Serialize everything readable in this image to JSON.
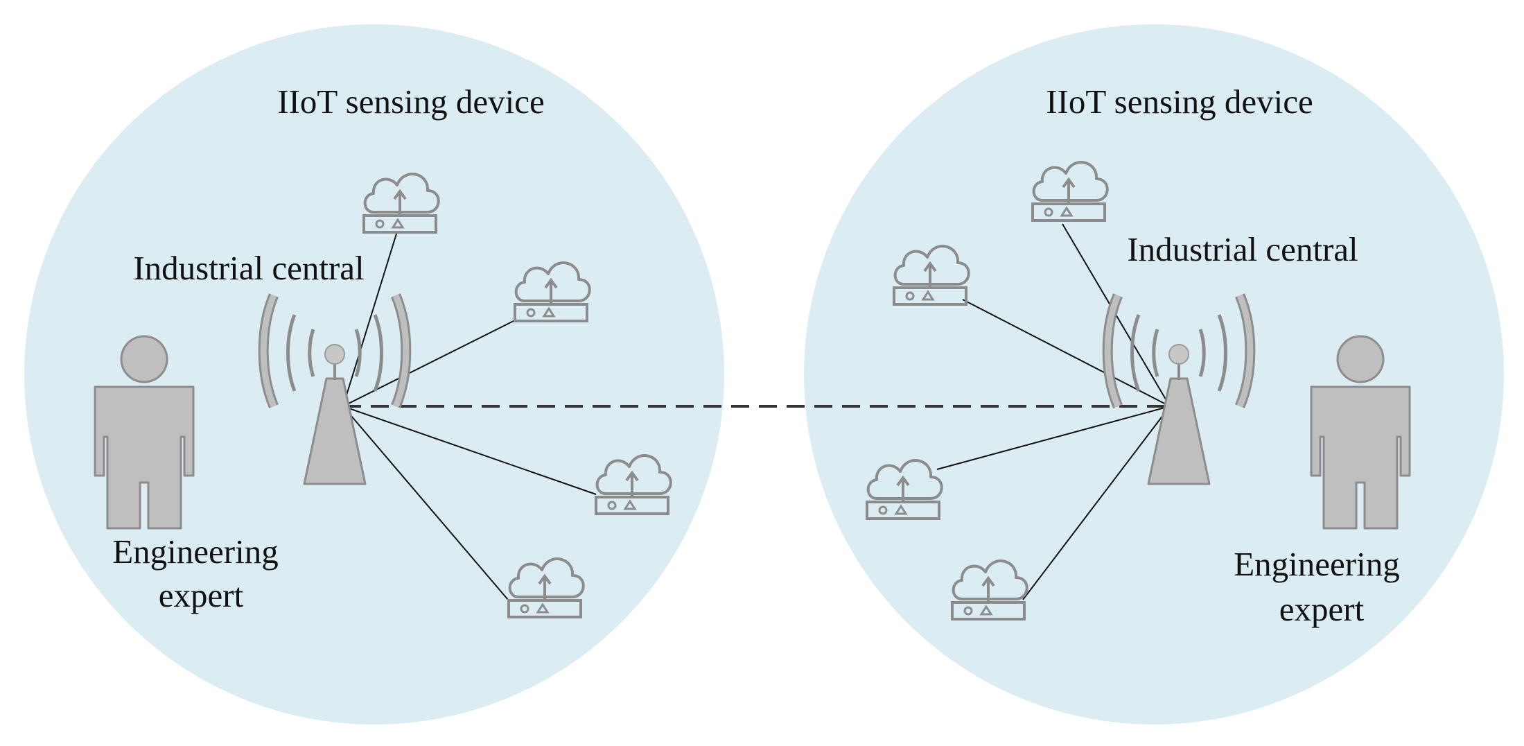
{
  "diagram": {
    "left_cluster": {
      "devices_label": "IIoT sensing device",
      "central_label": "Industrial central",
      "expert_label_line1": "Engineering",
      "expert_label_line2": "expert"
    },
    "right_cluster": {
      "devices_label": "IIoT sensing device",
      "central_label": "Industrial central",
      "expert_label_line1": "Engineering",
      "expert_label_line2": "expert"
    },
    "colors": {
      "cluster_fill": "#dbedf3",
      "icon_gray": "#bfbfbf",
      "icon_stroke": "#8c8c8c",
      "link": "#111111"
    },
    "icons": [
      "person-icon",
      "antenna-tower-icon",
      "cloud-upload-device-icon"
    ]
  }
}
